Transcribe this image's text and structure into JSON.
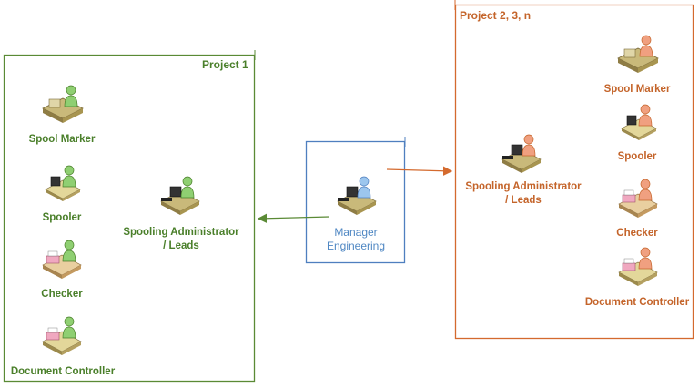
{
  "colors": {
    "green": "#5a8a35",
    "orange": "#d46a2e",
    "blue": "#4f7fbf"
  },
  "project1": {
    "title": "Project 1",
    "roles": {
      "spool_marker": "Spool Marker",
      "spooler": "Spooler",
      "checker": "Checker",
      "document_controller": "Document Controller",
      "spooling_admin_line1": "Spooling Administrator",
      "spooling_admin_line2": "/ Leads"
    }
  },
  "manager": {
    "line1": "Manager",
    "line2": "Engineering"
  },
  "project2": {
    "title": "Project 2, 3, n",
    "roles": {
      "spool_marker": "Spool Marker",
      "spooler": "Spooler",
      "checker": "Checker",
      "document_controller": "Document Controller",
      "spooling_admin_line1": "Spooling Administrator",
      "spooling_admin_line2": "/ Leads"
    }
  },
  "icons": {
    "person_desk": "person-at-desk-icon",
    "person_computer": "person-at-computer-icon",
    "person_printer": "person-at-printer-icon"
  }
}
